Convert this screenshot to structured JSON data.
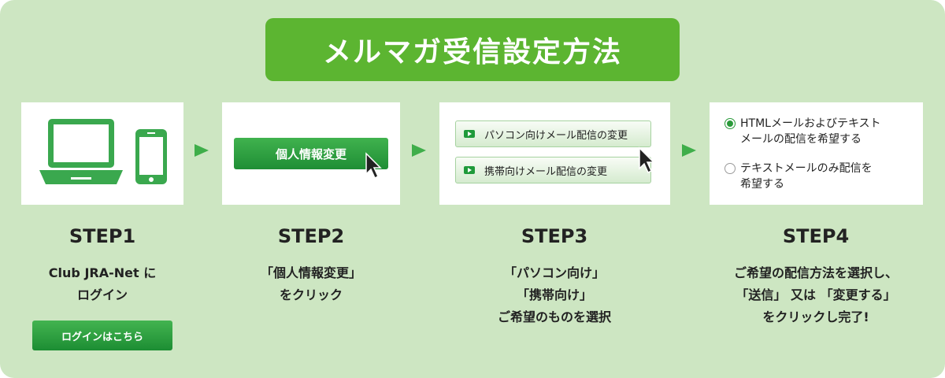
{
  "title": "メルマガ受信設定方法",
  "steps": [
    {
      "title": "STEP1",
      "desc": "Club JRA-Net に\nログイン",
      "button": "ログインはこちら"
    },
    {
      "title": "STEP2",
      "desc": "「個人情報変更」\nをクリック",
      "mock_button": "個人情報変更"
    },
    {
      "title": "STEP3",
      "desc": "「パソコン向け」\n「携帯向け」\nご希望のものを選択",
      "options": [
        "パソコン向けメール配信の変更",
        "携帯向けメール配信の変更"
      ]
    },
    {
      "title": "STEP4",
      "desc": "ご希望の配信方法を選択し、\n「送信」 又は 「変更する」\nをクリックし完了!",
      "radios": [
        {
          "label": "HTMLメールおよびテキスト\nメールの配信を希望する",
          "selected": true
        },
        {
          "label": "テキストメールのみ配信を\n希望する",
          "selected": false
        }
      ]
    }
  ],
  "colors": {
    "background": "#cde6c2",
    "title_bg": "#5cb531",
    "accent": "#3fae4a",
    "device": "#3aa84e"
  }
}
